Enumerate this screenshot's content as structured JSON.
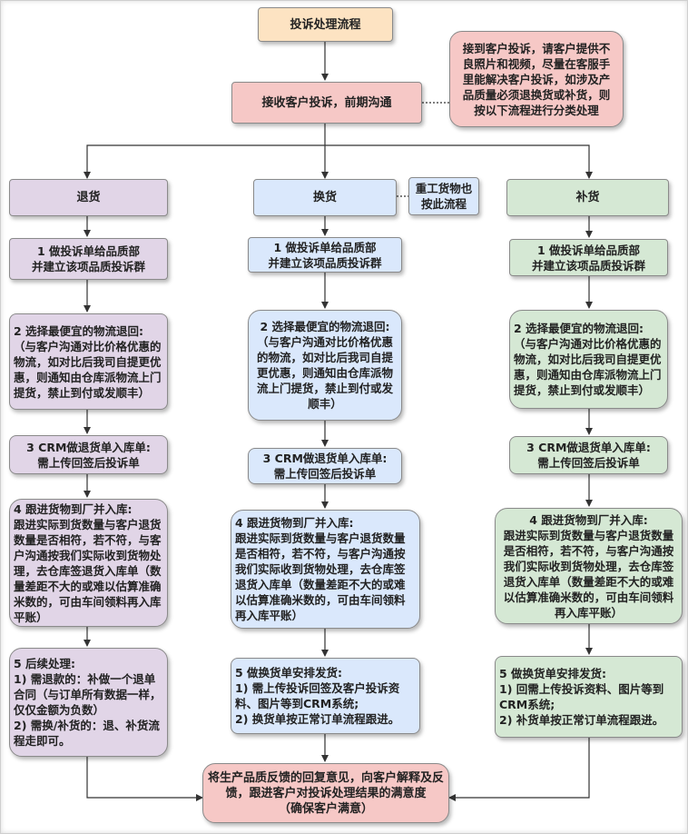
{
  "title": "投诉处理流程",
  "intake": "接收客户投诉，前期沟通",
  "note": "接到客户投诉，请客户提供不良照片和视频，尽量在客服手里能解决客户投诉，如涉及产品质量必须退换货或补货，则按以下流程进行分类处理",
  "exchange_note": "重工货物也按此流程",
  "columns": {
    "return": {
      "header": "退货",
      "step1": "1 做投诉单给品质部\n并建立该项品质投诉群",
      "step2": "2 选择最便宜的物流退回:\n（与客户沟通对比价格优惠的物流，如对比后我司自提更优惠，则通知由仓库派物流上门提货，禁止到付或发顺丰）",
      "step3": "3 CRM做退货单入库单:\n需上传回签后投诉单",
      "step4": "4 跟进货物到厂并入库:\n跟进实际到货数量与客户退货数量是否相符，若不符，与客户沟通按我们实际收到货物处理，去仓库签退货入库单（数量差距不大的或难以估算准确米数的，可由车间领料再入库平账）",
      "step5": "5 后续处理:\n1) 需退款的：补做一个退单合同（与订单所有数据一样，仅仅金额为负数）\n2) 需换/补货的：退、补货流程走即可。"
    },
    "exchange": {
      "header": "换货",
      "step1": "1 做投诉单给品质部\n并建立该项品质投诉群",
      "step2": "2 选择最便宜的物流退回:\n（与客户沟通对比价格优惠的物流，如对比后我司自提更优惠，则通知由仓库派物流上门提货，禁止到付或发顺丰）",
      "step3": "3 CRM做退货单入库单:\n需上传回签后投诉单",
      "step4": "4 跟进货物到厂并入库:\n跟进实际到货数量与客户退货数量是否相符，若不符，与客户沟通按我们实际收到货物处理，去仓库签退货入库单（数量差距不大的或难以估算准确米数的，可由车间领料再入库平账）",
      "step5": "5 做换货单安排发货:\n1) 需上传投诉回签及客户投诉资料、图片等到CRM系统;\n2) 换货单按正常订单流程跟进。"
    },
    "replenish": {
      "header": "补货",
      "step1": "1 做投诉单给品质部\n并建立该项品质投诉群",
      "step2": "2 选择最便宜的物流退回:\n（与客户沟通对比价格优惠的物流，如对比后我司自提更优惠，则通知由仓库派物流上门提货，禁止到付或发顺丰）",
      "step3": "3 CRM做退货单入库单:\n需上传回签后投诉单",
      "step4": "4 跟进货物到厂并入库:\n跟进实际到货数量与客户退货数量是否相符，若不符，与客户沟通按我们实际收到货物处理，去仓库签退货入库单（数量差距不大的或难以估算准确米数的，可由车间领料再入库平账）",
      "step5": "5 做换货单安排发货:\n1) 回需上传投诉资料、图片等到CRM系统;\n2) 补货单按正常订单流程跟进。"
    }
  },
  "final": "将生产品质反馈的回复意见，向客户解释及反馈，跟进客户对投诉处理结果的满意度\n（确保客户满意）",
  "colors": {
    "orange": "#fde3c2",
    "pink": "#f6c8c6",
    "purple": "#e1d5e7",
    "blue": "#dae8fc",
    "green": "#d5e8d4",
    "line": "#333333"
  }
}
